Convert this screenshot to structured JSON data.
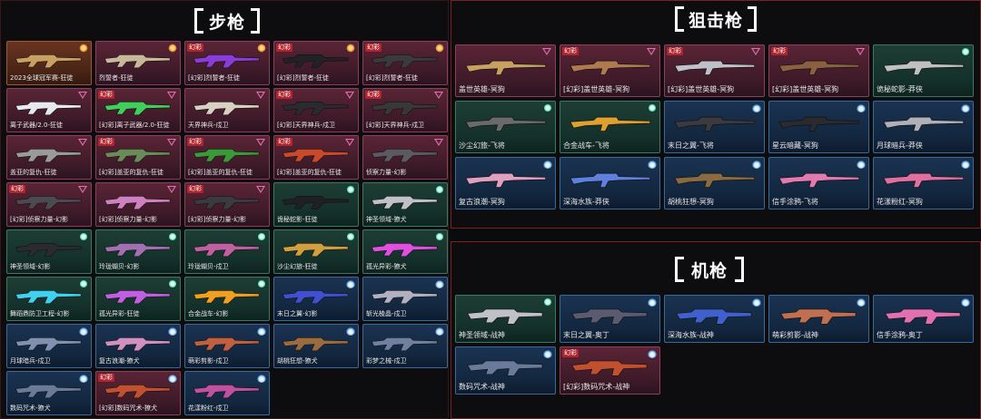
{
  "sections": {
    "rifle": {
      "title": "步枪"
    },
    "sniper": {
      "title": "狙击枪"
    },
    "mg": {
      "title": "机枪"
    }
  },
  "colors": {
    "purple": "#5a2436",
    "gold": "#6a3420",
    "green": "#1d3e34",
    "blue": "#1a3352",
    "tag_red": "#b0242e",
    "frame_red": "#7a1f24"
  },
  "rifles": [
    {
      "name": "2023全球冠军赛-狂徒",
      "tier": "gold",
      "tag": "",
      "badge": "gem-icon",
      "gun": "#c8a060"
    },
    {
      "name": "烈誓者-狂徒",
      "tier": "purple",
      "tag": "",
      "badge": "gem-icon",
      "gun": "#c9b79a"
    },
    {
      "name": "[幻彩]烈誓者-狂徒",
      "tier": "purple",
      "tag": "幻彩",
      "badge": "gem-icon",
      "gun": "#8a3bd8"
    },
    {
      "name": "[幻彩]烈誓者-狂徒",
      "tier": "purple",
      "tag": "幻彩",
      "badge": "gem-icon",
      "gun": "#222226"
    },
    {
      "name": "[幻彩]烈誓者-狂徒",
      "tier": "purple",
      "tag": "幻彩",
      "badge": "gem-icon",
      "gun": "#3a3a3a"
    },
    {
      "name": "离子武器/2.0-狂徒",
      "tier": "purple",
      "tag": "",
      "badge": "triangle-icon",
      "gun": "#e8e8f0"
    },
    {
      "name": "[幻彩]离子武器/2.0-狂徒",
      "tier": "purple",
      "tag": "幻彩",
      "badge": "triangle-icon",
      "gun": "#3fcf5a"
    },
    {
      "name": "天界神兵-戍卫",
      "tier": "purple",
      "tag": "",
      "badge": "triangle-icon",
      "gun": "#d8d0c0"
    },
    {
      "name": "[幻彩]天界神兵-戍卫",
      "tier": "purple",
      "tag": "幻彩",
      "badge": "triangle-icon",
      "gun": "#2a2a30"
    },
    {
      "name": "[幻彩]天界神兵-戍卫",
      "tier": "purple",
      "tag": "幻彩",
      "badge": "triangle-icon",
      "gun": "#383838"
    },
    {
      "name": "盖亚的复仇-狂徒",
      "tier": "purple",
      "tag": "",
      "badge": "triangle-icon",
      "gun": "#9a9a9a"
    },
    {
      "name": "[幻彩]盖亚的复仇-狂徒",
      "tier": "purple",
      "tag": "幻彩",
      "badge": "triangle-icon",
      "gun": "#6a8a5a"
    },
    {
      "name": "[幻彩]盖亚的复仇-狂徒",
      "tier": "purple",
      "tag": "幻彩",
      "badge": "triangle-icon",
      "gun": "#3a9a3a"
    },
    {
      "name": "[幻彩]盖亚的复仇-狂徒",
      "tier": "purple",
      "tag": "幻彩",
      "badge": "triangle-icon",
      "gun": "#c84a2a"
    },
    {
      "name": "侦察力量-幻影",
      "tier": "purple",
      "tag": "",
      "badge": "triangle-icon",
      "gun": "#5a5a60"
    },
    {
      "name": "[幻彩]侦察力量-幻影",
      "tier": "purple",
      "tag": "幻彩",
      "badge": "triangle-icon",
      "gun": "#4a4a50"
    },
    {
      "name": "[幻彩]侦察力量-幻影",
      "tier": "purple",
      "tag": "",
      "badge": "triangle-icon",
      "gun": "#d080c0"
    },
    {
      "name": "[幻彩]侦察力量-幻影",
      "tier": "purple",
      "tag": "幻彩",
      "badge": "triangle-icon",
      "gun": "#3a3a40"
    },
    {
      "name": "诡秘蛇影-狂徒",
      "tier": "green",
      "tag": "",
      "badge": "hex-icon",
      "gun": "#202024"
    },
    {
      "name": "神圣领域-獠犬",
      "tier": "green",
      "tag": "",
      "badge": "hex-icon",
      "gun": "#c0c0c8"
    },
    {
      "name": "神圣领域-幻影",
      "tier": "green",
      "tag": "",
      "badge": "hex-icon",
      "gun": "#2a2a30"
    },
    {
      "name": "玲珑蝴贝-幻影",
      "tier": "green",
      "tag": "",
      "badge": "hex-icon",
      "gun": "#a070b0"
    },
    {
      "name": "玲珑蝴贝-戍卫",
      "tier": "green",
      "tag": "",
      "badge": "hex-icon",
      "gun": "#c060a0"
    },
    {
      "name": "沙尘幻旅-狂徒",
      "tier": "green",
      "tag": "",
      "badge": "hex-icon",
      "gun": "#d0a040"
    },
    {
      "name": "孤光异彩-獠犬",
      "tier": "green",
      "tag": "",
      "badge": "hex-icon",
      "gun": "#e050e0"
    },
    {
      "name": "舞蹈鼎防卫工程-幻影",
      "tier": "green",
      "tag": "",
      "badge": "hex-icon",
      "gun": "#40d0f0"
    },
    {
      "name": "孤光异彩-狂徒",
      "tier": "green",
      "tag": "",
      "badge": "hex-icon",
      "gun": "#c060e0"
    },
    {
      "name": "合金战车-幻影",
      "tier": "green",
      "tag": "",
      "badge": "hex-icon",
      "gun": "#f0a020"
    },
    {
      "name": "末日之翼-幻影",
      "tier": "blue",
      "tag": "",
      "badge": "drop-icon",
      "gun": "#4050d0"
    },
    {
      "name": "斩光棱晶-戍卫",
      "tier": "blue",
      "tag": "",
      "badge": "drop-icon",
      "gun": "#b0b0c0"
    },
    {
      "name": "月球暗兵-戍卫",
      "tier": "blue",
      "tag": "",
      "badge": "drop-icon",
      "gun": "#8090b0"
    },
    {
      "name": "复古浪潮-獠犬",
      "tier": "blue",
      "tag": "",
      "badge": "drop-icon",
      "gun": "#d090c0"
    },
    {
      "name": "萌彩剪影-戍卫",
      "tier": "blue",
      "tag": "",
      "badge": "drop-icon",
      "gun": "#c06040"
    },
    {
      "name": "胡桃狂想-獠犬",
      "tier": "blue",
      "tag": "",
      "badge": "drop-icon",
      "gun": "#9a6a40"
    },
    {
      "name": "彩梦之械-戍卫",
      "tier": "blue",
      "tag": "",
      "badge": "drop-icon",
      "gun": "#7080a0"
    },
    {
      "name": "数码咒术-獠犬",
      "tier": "blue",
      "tag": "",
      "badge": "drop-icon",
      "gun": "#6a7a9a"
    },
    {
      "name": "[幻彩]数码咒术-獠犬",
      "tier": "purple",
      "tag": "幻彩",
      "badge": "drop-icon",
      "gun": "#c05030"
    },
    {
      "name": "花漾粉红-戍卫",
      "tier": "blue",
      "tag": "",
      "badge": "drop-icon",
      "gun": "#c050a0"
    }
  ],
  "snipers": [
    {
      "name": "盖世英雄-冥狗",
      "tier": "purple",
      "tag": "",
      "badge": "triangle-icon",
      "gun": "#c8a060"
    },
    {
      "name": "[幻彩]盖世英雄-冥狗",
      "tier": "purple",
      "tag": "幻彩",
      "badge": "triangle-icon",
      "gun": "#b07a50"
    },
    {
      "name": "[幻彩]盖世英雄-冥狗",
      "tier": "purple",
      "tag": "幻彩",
      "badge": "triangle-icon",
      "gun": "#c0c0c8"
    },
    {
      "name": "[幻彩]盖世英雄-冥狗",
      "tier": "purple",
      "tag": "幻彩",
      "badge": "triangle-icon",
      "gun": "#8a6040"
    },
    {
      "name": "诡秘蛇影-莽侠",
      "tier": "green",
      "tag": "",
      "badge": "hex-icon",
      "gun": "#c0c0c0"
    },
    {
      "name": "沙尘幻旅-飞将",
      "tier": "green",
      "tag": "",
      "badge": "hex-icon",
      "gun": "#6a6a6a"
    },
    {
      "name": "合金战车-飞将",
      "tier": "green",
      "tag": "",
      "badge": "hex-icon",
      "gun": "#e0a030"
    },
    {
      "name": "末日之翼-飞将",
      "tier": "blue",
      "tag": "",
      "badge": "drop-icon",
      "gun": "#3a3a40"
    },
    {
      "name": "星云暗藏-冥狗",
      "tier": "blue",
      "tag": "",
      "badge": "drop-icon",
      "gun": "#2a2a30"
    },
    {
      "name": "月球暗兵-莽侠",
      "tier": "blue",
      "tag": "",
      "badge": "drop-icon",
      "gun": "#b0b0b8"
    },
    {
      "name": "复古浪潮-冥狗",
      "tier": "blue",
      "tag": "",
      "badge": "drop-icon",
      "gun": "#e0a0c0"
    },
    {
      "name": "深海水族-莽侠",
      "tier": "blue",
      "tag": "",
      "badge": "drop-icon",
      "gun": "#6080e0"
    },
    {
      "name": "胡桃狂想-冥狗",
      "tier": "blue",
      "tag": "",
      "badge": "drop-icon",
      "gun": "#8a6a40"
    },
    {
      "name": "信手涂鸦-飞将",
      "tier": "blue",
      "tag": "",
      "badge": "drop-icon",
      "gun": "#e07ab0"
    },
    {
      "name": "花漾粉红-冥狗",
      "tier": "blue",
      "tag": "",
      "badge": "drop-icon",
      "gun": "#e070a0"
    }
  ],
  "mgs": [
    {
      "name": "神圣领域-战神",
      "tier": "green",
      "tag": "",
      "badge": "hex-icon",
      "gun": "#c0c0c8"
    },
    {
      "name": "末日之翼-奥丁",
      "tier": "blue",
      "tag": "",
      "badge": "drop-icon",
      "gun": "#5a5a70"
    },
    {
      "name": "深海水族-战神",
      "tier": "blue",
      "tag": "",
      "badge": "drop-icon",
      "gun": "#4060d0"
    },
    {
      "name": "萌彩剪影-战神",
      "tier": "blue",
      "tag": "",
      "badge": "drop-icon",
      "gun": "#c07050"
    },
    {
      "name": "信手涂鸦-奥丁",
      "tier": "blue",
      "tag": "",
      "badge": "drop-icon",
      "gun": "#e070b0"
    },
    {
      "name": "数码咒术-战神",
      "tier": "blue",
      "tag": "",
      "badge": "drop-icon",
      "gun": "#6a7a9a"
    },
    {
      "name": "[幻彩]数码咒术-战神",
      "tier": "purple",
      "tag": "幻彩",
      "badge": "drop-icon",
      "gun": "#c05030"
    }
  ]
}
